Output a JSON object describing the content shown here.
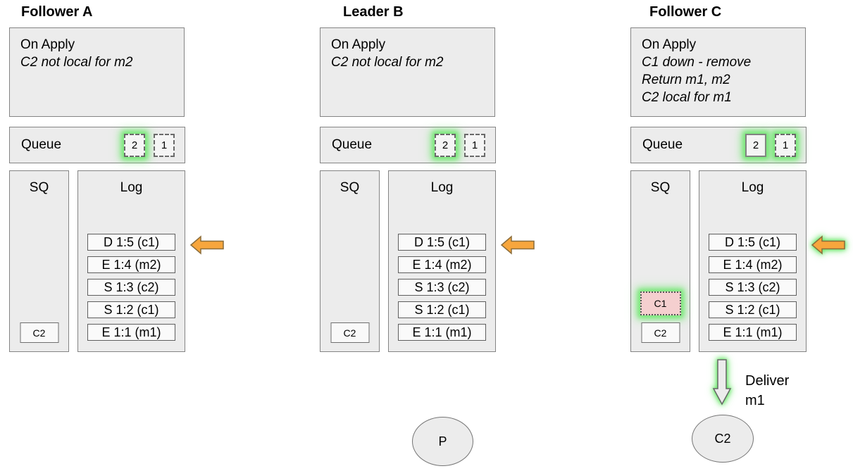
{
  "columns": [
    {
      "title": "Follower A",
      "on_apply": {
        "header": "On Apply",
        "notes": [
          "C2 not local for m2"
        ]
      },
      "queue": {
        "label": "Queue",
        "slots": [
          "2",
          "1"
        ]
      },
      "sq": {
        "label": "SQ",
        "entries": [
          "C2"
        ]
      },
      "log": {
        "label": "Log",
        "entries": [
          "D 1:5 (c1)",
          "E 1:4 (m2)",
          "S 1:3 (c2)",
          "S 1:2 (c1)",
          "E 1:1 (m1)"
        ]
      }
    },
    {
      "title": "Leader B",
      "on_apply": {
        "header": "On Apply",
        "notes": [
          "C2 not local for m2"
        ]
      },
      "queue": {
        "label": "Queue",
        "slots": [
          "2",
          "1"
        ]
      },
      "sq": {
        "label": "SQ",
        "entries": [
          "C2"
        ]
      },
      "log": {
        "label": "Log",
        "entries": [
          "D 1:5 (c1)",
          "E 1:4 (m2)",
          "S 1:3 (c2)",
          "S 1:2 (c1)",
          "E 1:1 (m1)"
        ]
      }
    },
    {
      "title": "Follower C",
      "on_apply": {
        "header": "On Apply",
        "notes": [
          "C1 down - remove",
          "Return m1, m2",
          "C2 local for m1"
        ]
      },
      "queue": {
        "label": "Queue",
        "slots": [
          "2",
          "1"
        ]
      },
      "sq": {
        "label": "SQ",
        "entries": [
          "C1",
          "C2"
        ]
      },
      "log": {
        "label": "Log",
        "entries": [
          "D 1:5 (c1)",
          "E 1:4 (m2)",
          "S 1:3 (c2)",
          "S 1:2 (c1)",
          "E 1:1 (m1)"
        ]
      }
    }
  ],
  "deliver": {
    "line1": "Deliver",
    "line2": "m1"
  },
  "nodes": {
    "producer": "P",
    "consumer": "C2"
  },
  "colors": {
    "box_fill": "#ececec",
    "box_border": "#848484",
    "entry_fill": "#fafafa",
    "highlight_glow": "#6ee86e",
    "arrow_fill": "#f7a63d",
    "arrow_stroke": "#8a6d3b",
    "c1_highlight_fill": "#f5cfcf"
  }
}
